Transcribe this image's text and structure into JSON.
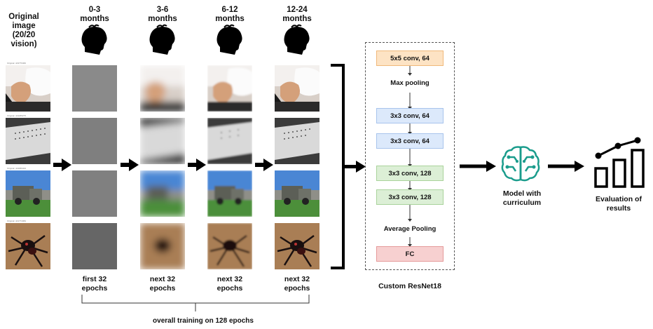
{
  "header": {
    "original_line1": "Original",
    "original_line2": "image",
    "original_line3": "(20/20",
    "original_line4": "vision)",
    "stages": [
      {
        "line1": "0-3",
        "line2": "months"
      },
      {
        "line1": "3-6",
        "line2": "months"
      },
      {
        "line1": "6-12",
        "line2": "months"
      },
      {
        "line1": "12-24",
        "line2": "months"
      }
    ]
  },
  "images": {
    "captions": [
      "Original: n03776460",
      "Original: n04265275",
      "Original: n04069434",
      "Original: n01774384"
    ],
    "subjects": [
      "hand-with-glove",
      "perforated-panel",
      "vehicle-on-grass",
      "spider"
    ],
    "gray_tones": [
      "#8a8a8a",
      "#7f7f7f",
      "#808080",
      "#666666"
    ]
  },
  "epochs": [
    {
      "line1": "first 32",
      "line2": "epochs"
    },
    {
      "line1": "next 32",
      "line2": "epochs"
    },
    {
      "line1": "next 32",
      "line2": "epochs"
    },
    {
      "line1": "next 32",
      "line2": "epochs"
    }
  ],
  "overall_label": "overall training on 128 epochs",
  "network": {
    "title": "Custom ResNet18",
    "layers": [
      {
        "label": "5x5 conv, 64",
        "kind": "box",
        "color": "#fde3c4",
        "border": "#f0b87a"
      },
      {
        "label": "Max pooling",
        "kind": "text"
      },
      {
        "label": "3x3 conv, 64",
        "kind": "box",
        "color": "#dce9fb",
        "border": "#a8c4ec"
      },
      {
        "label": "3x3 conv, 64",
        "kind": "box",
        "color": "#dce9fb",
        "border": "#a8c4ec"
      },
      {
        "label": "3x3 conv, 128",
        "kind": "box",
        "color": "#dcefd6",
        "border": "#a9d39b"
      },
      {
        "label": "3x3 conv, 128",
        "kind": "box",
        "color": "#dcefd6",
        "border": "#a9d39b"
      },
      {
        "label": "Average Pooling",
        "kind": "text"
      },
      {
        "label": "FC",
        "kind": "box",
        "color": "#f7d0d0",
        "border": "#e59a9a"
      }
    ]
  },
  "model": {
    "line1": "Model with",
    "line2": "curriculum",
    "icon": "brain-circuit-icon",
    "color": "#1a9c8c"
  },
  "evaluation": {
    "line1": "Evaluation of",
    "line2": "results",
    "icon": "bar-chart-trend-icon"
  }
}
